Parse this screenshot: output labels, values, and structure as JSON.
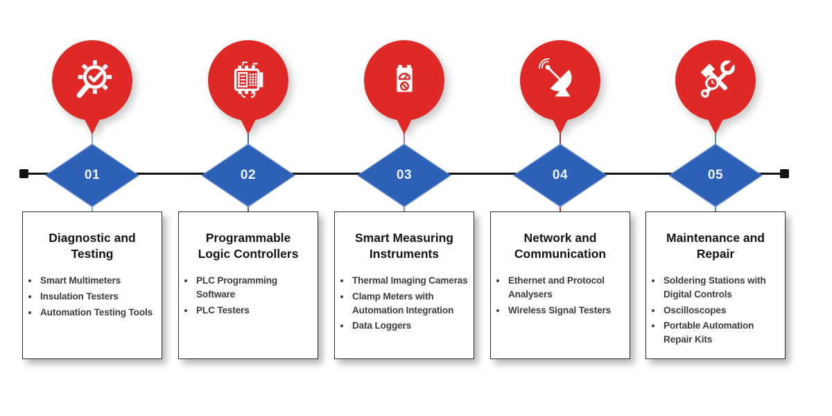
{
  "timeline": {
    "colors": {
      "balloon": "#e02827",
      "diamond": "#2d61b7",
      "diamond_edge": "#6e90d0",
      "line": "#121212"
    },
    "items": [
      {
        "number": "01",
        "title": "Diagnostic and Testing",
        "bullets": [
          "Smart Multimeters",
          "Insulation Testers",
          "Automation Testing Tools"
        ],
        "icon": "magnifier-gear-check-icon",
        "accent": "#8fa9d9"
      },
      {
        "number": "02",
        "title": "Programmable Logic Controllers",
        "bullets": [
          "PLC Programming Software",
          "PLC Testers"
        ],
        "icon": "plc-module-icon",
        "accent": "#3a68be"
      },
      {
        "number": "03",
        "title": "Smart Measuring Instruments",
        "bullets": [
          "Thermal Imaging Cameras",
          "Clamp Meters with Automation Integration",
          "Data Loggers"
        ],
        "icon": "multimeter-icon",
        "accent": "#a87cab"
      },
      {
        "number": "04",
        "title": "Network and Communication",
        "bullets": [
          "Ethernet and Protocol Analysers",
          "Wireless Signal Testers"
        ],
        "icon": "satellite-dish-icon",
        "accent": "#ab3530"
      },
      {
        "number": "05",
        "title": "Maintenance and Repair",
        "bullets": [
          "Soldering Stations with Digital Controls",
          "Oscilloscopes",
          "Portable Automation Repair Kits"
        ],
        "icon": "hammer-wrench-icon",
        "accent": "#43a487"
      }
    ]
  }
}
